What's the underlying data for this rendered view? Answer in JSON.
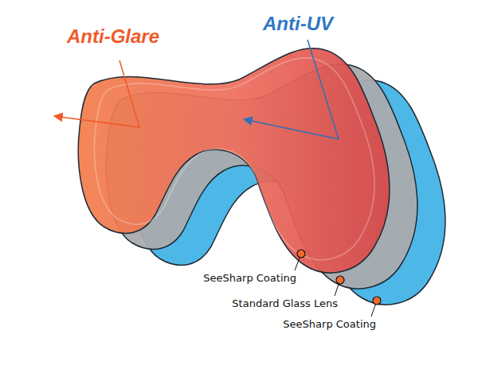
{
  "diagram": {
    "labels": [
      "Anti-Glare",
      "Anti-UV",
      "SeeSharp Coating",
      "Standard Glass Lens",
      "SeeSharp Coating"
    ]
  }
}
